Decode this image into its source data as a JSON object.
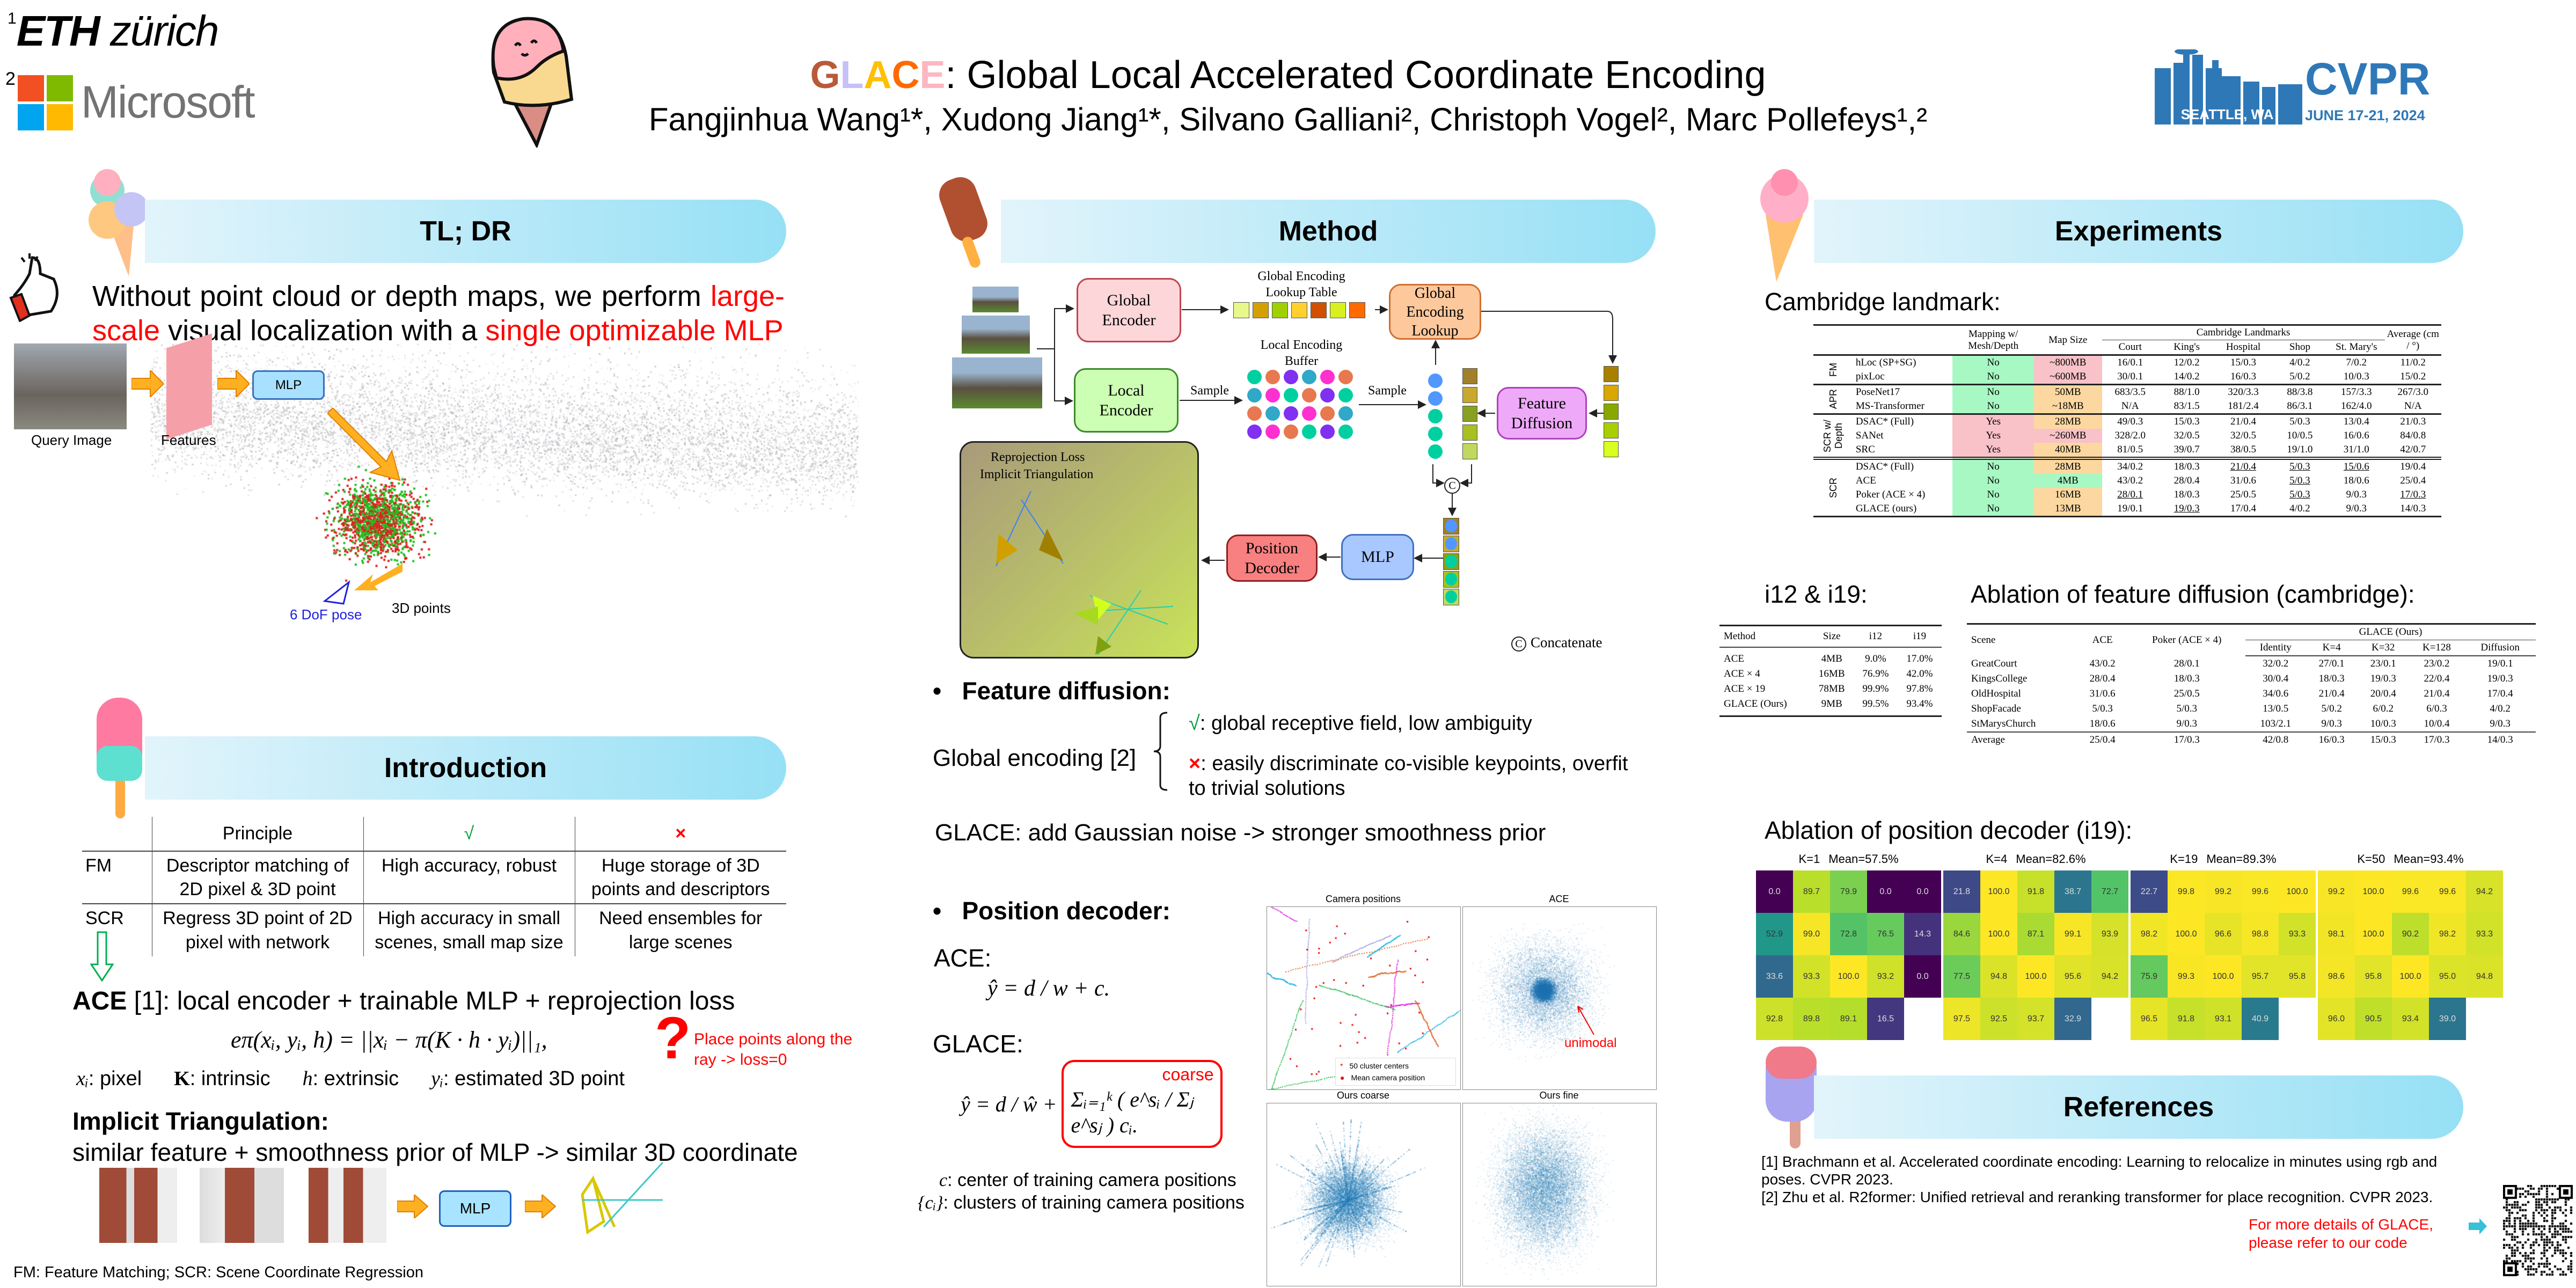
{
  "header": {
    "affil1_sup": "1",
    "affil1_logo": "ETH zürich",
    "affil2_sup": "2",
    "affil2_logo": "Microsoft",
    "title_letters": [
      "G",
      "L",
      "A",
      "C",
      "E"
    ],
    "title_letter_colors": [
      "#b85a3a",
      "#c5c0f5",
      "#ffc000",
      "#ff6a00",
      "#ffb6c1"
    ],
    "title_rest": ": Global Local Accelerated Coordinate Encoding",
    "authors": "Fangjinhua Wang¹*, Xudong Jiang¹*, Silvano Galliani², Christoph Vogel², Marc Pollefeys¹,²",
    "conf_logo": {
      "name": "CVPR",
      "location": "SEATTLE, WA",
      "dates": "JUNE 17-21, 2024",
      "color": "#2e78b8"
    }
  },
  "tldr": {
    "title": "TL; DR",
    "text_a": "Without point cloud or depth maps, we perform ",
    "text_red1": "large-scale",
    "text_b": " visual localization with a ",
    "text_red2": "single optimizable MLP",
    "figure": {
      "query_label": "Query Image",
      "features_label": "Features",
      "mlp_label": "MLP",
      "pose_label": "6 DoF pose",
      "points_label": "3D points"
    }
  },
  "introduction": {
    "title": "Introduction",
    "table": {
      "headers": [
        "",
        "Principle",
        "√",
        "×"
      ],
      "rows": [
        [
          "FM",
          "Descriptor matching of 2D pixel & 3D point",
          "High accuracy, robust",
          "Huge storage of 3D points and descriptors"
        ],
        [
          "SCR",
          "Regress 3D point of 2D pixel with network",
          "High accuracy in small scenes, small map size",
          "Need ensembles for large scenes"
        ]
      ]
    },
    "ace_bold": "ACE",
    "ace_text": " [1]: local encoder + trainable MLP + reprojection loss",
    "formula": "eπ(xᵢ, yᵢ, h) = ||xᵢ − π(K · h · yᵢ)||₁,",
    "legend": [
      {
        "sym": "xᵢ",
        "text": ": pixel"
      },
      {
        "sym": "K",
        "text": ": intrinsic"
      },
      {
        "sym": "h",
        "text": ": extrinsic"
      },
      {
        "sym": "yᵢ",
        "text": ": estimated 3D point"
      }
    ],
    "question": "?",
    "question_note": "Place points along the ray -> loss=0",
    "implicit_title": "Implicit Triangulation",
    "implicit_text": "similar feature + smoothness prior of MLP -> similar 3D coordinate",
    "mlp_label": "MLP",
    "footnote": "FM: Feature Matching; SCR: Scene Coordinate Regression"
  },
  "method": {
    "title": "Method",
    "diagram": {
      "global_encoder": "Global Encoder",
      "local_encoder": "Local Encoder",
      "lookup_table": "Global Encoding Lookup Table",
      "lookup": "Global Encoding Lookup",
      "buffer": "Local Encoding Buffer",
      "sample1": "Sample",
      "sample2": "Sample",
      "feature_diffusion": "Feature Diffusion",
      "mlp": "MLP",
      "position_decoder": "Position Decoder",
      "loss_line1": "Reprojection Loss",
      "loss_line2": "Implicit Triangulation",
      "concat_symbol": "C",
      "concat_legend": "Concatenate",
      "lookup_colors": [
        "#e8f88a",
        "#d4a000",
        "#a0d000",
        "#ffd030",
        "#d05000",
        "#d8f020",
        "#ff6a00"
      ],
      "buffer_colors": [
        "#00d0a0",
        "#e87850",
        "#8030f0",
        "#30a8c8",
        "#ff30d0",
        "#e87850",
        "#30a8c8",
        "#ff30d0",
        "#00d0a0",
        "#e87850",
        "#8030f0",
        "#00d0a0",
        "#e87850",
        "#30a8c8",
        "#8030f0",
        "#ff30d0",
        "#e87850",
        "#30a8c8",
        "#8030f0",
        "#ff30d0",
        "#e87850",
        "#00d0a0",
        "#8030f0",
        "#00d0a0"
      ]
    },
    "feature_diffusion": {
      "title": "Feature diffusion",
      "global_encoding": "Global encoding [2]",
      "pro_mark": "√",
      "pro": ": global receptive field, low ambiguity",
      "con_mark": "×",
      "con": ": easily discriminate co-visible keypoints, overfit to trivial solutions",
      "glace": "GLACE: add Gaussian noise -> stronger smoothness prior"
    },
    "position_decoder": {
      "title": "Position decoder",
      "ace_label": "ACE:",
      "ace_formula": "ŷ = d / w + c.",
      "glace_label": "GLACE:",
      "glace_formula_a": "ŷ = d / ŵ + ",
      "glace_formula_b": "Σᵢ₌₁ᵏ ( e^sᵢ / Σⱼ e^sⱼ ) cᵢ.",
      "coarse": "coarse",
      "c_sym": "c",
      "c_desc": ":  center of training camera positions",
      "ci_sym": "{cᵢ}",
      "ci_desc": ":  clusters of training camera positions",
      "plots": {
        "cam_title": "Camera positions",
        "ace_title": "ACE",
        "coarse_title": "Ours coarse",
        "fine_title": "Ours fine",
        "legend1": "50 cluster centers",
        "legend2": "Mean camera position",
        "unimodal": "unimodal"
      }
    }
  },
  "experiments": {
    "title": "Experiments",
    "cambridge_title": "Cambridge landmark:",
    "cambridge_table": {
      "head": {
        "mapping": "Mapping w/ Mesh/Depth",
        "size": "Map Size",
        "group": "Cambridge Landmarks",
        "scenes": [
          "Court",
          "King's",
          "Hospital",
          "Shop",
          "St. Mary's"
        ],
        "avg": "Average (cm / °)"
      },
      "groups": [
        {
          "label": "FM",
          "rows": [
            {
              "m": "hLoc (SP+SG)",
              "map": "No",
              "size": "~800MB",
              "sz": "red",
              "v": [
                "16/0.1",
                "12/0.2",
                "15/0.3",
                "4/0.2",
                "7/0.2",
                "11/0.2"
              ]
            },
            {
              "m": "pixLoc",
              "map": "No",
              "size": "~600MB",
              "sz": "red",
              "v": [
                "30/0.1",
                "14/0.2",
                "16/0.3",
                "5/0.2",
                "10/0.3",
                "15/0.2"
              ]
            }
          ]
        },
        {
          "label": "APR",
          "rows": [
            {
              "m": "PoseNet17",
              "map": "No",
              "size": "50MB",
              "sz": "orange",
              "v": [
                "683/3.5",
                "88/1.0",
                "320/3.3",
                "88/3.8",
                "157/3.3",
                "267/3.0"
              ]
            },
            {
              "m": "MS-Transformer",
              "map": "No",
              "size": "~18MB",
              "sz": "orange",
              "v": [
                "N/A",
                "83/1.5",
                "181/2.4",
                "86/3.1",
                "162/4.0",
                "N/A"
              ]
            }
          ]
        },
        {
          "label": "SCR w/ Depth",
          "rows": [
            {
              "m": "DSAC* (Full)",
              "map": "Yes",
              "size": "28MB",
              "sz": "orange",
              "v": [
                "49/0.3",
                "15/0.3",
                "21/0.4",
                "5/0.3",
                "13/0.4",
                "21/0.3"
              ]
            },
            {
              "m": "SANet",
              "map": "Yes",
              "size": "~260MB",
              "sz": "red",
              "v": [
                "328/2.0",
                "32/0.5",
                "32/0.5",
                "10/0.5",
                "16/0.6",
                "84/0.8"
              ]
            },
            {
              "m": "SRC",
              "map": "Yes",
              "size": "40MB",
              "sz": "orange",
              "v": [
                "81/0.5",
                "39/0.7",
                "38/0.5",
                "19/1.0",
                "31/1.0",
                "42/0.7"
              ]
            }
          ]
        },
        {
          "label": "SCR",
          "rows": [
            {
              "m": "DSAC* (Full)",
              "map": "No",
              "size": "28MB",
              "sz": "orange",
              "v": [
                "34/0.2",
                "18/0.3",
                "21/0.4",
                "5/0.3",
                "15/0.6",
                "19/0.4"
              ],
              "bold": [
                1
              ],
              "under": [
                2,
                3,
                4
              ]
            },
            {
              "m": "ACE",
              "map": "No",
              "size": "4MB",
              "sz": "green",
              "v": [
                "43/0.2",
                "28/0.4",
                "31/0.6",
                "5/0.3",
                "18/0.6",
                "25/0.4"
              ],
              "under": [
                3
              ]
            },
            {
              "m": "Poker (ACE × 4)",
              "map": "No",
              "size": "16MB",
              "sz": "orange",
              "v": [
                "28/0.1",
                "18/0.3",
                "25/0.5",
                "5/0.3",
                "9/0.3",
                "17/0.3"
              ],
              "bold": [
                1,
                4
              ],
              "under": [
                0,
                3,
                5
              ]
            },
            {
              "m": "GLACE (ours)",
              "map": "No",
              "size": "13MB",
              "sz": "orange",
              "v": [
                "19/0.1",
                "19/0.3",
                "17/0.4",
                "4/0.2",
                "9/0.3",
                "14/0.3"
              ],
              "bold": [
                0,
                2,
                3,
                4,
                5
              ],
              "under": [
                1
              ],
              "name_bold": true
            }
          ]
        }
      ],
      "colors": {
        "green": "#a8f8c4",
        "red": "#f8c2c8",
        "orange": "#fcd8a0"
      }
    },
    "i12_title": "i12 & i19:",
    "i12_table": {
      "headers": [
        "Method",
        "Size",
        "i12",
        "i19"
      ],
      "rows": [
        [
          "ACE",
          "4MB",
          "9.0%",
          "17.0%"
        ],
        [
          "ACE × 4",
          "16MB",
          "76.9%",
          "42.0%"
        ],
        [
          "ACE × 19",
          "78MB",
          "99.9%",
          "97.8%"
        ],
        [
          "GLACE (Ours)",
          "9MB",
          "99.5%",
          "93.4%"
        ]
      ]
    },
    "diffusion_title": "Ablation of feature diffusion (cambridge):",
    "diffusion_table": {
      "headers": [
        "Scene",
        "ACE",
        "Poker (ACE × 4)",
        "GLACE (Ours)"
      ],
      "sub_headers": [
        "Identity",
        "K=4",
        "K=32",
        "K=128",
        "Diffusion"
      ],
      "rows": [
        [
          "GreatCourt",
          "43/0.2",
          "28/0.1",
          "32/0.2",
          "27/0.1",
          "23/0.1",
          "23/0.2",
          "19/0.1"
        ],
        [
          "KingsCollege",
          "28/0.4",
          "18/0.3",
          "30/0.4",
          "18/0.3",
          "19/0.3",
          "22/0.4",
          "19/0.3"
        ],
        [
          "OldHospital",
          "31/0.6",
          "25/0.5",
          "34/0.6",
          "21/0.4",
          "20/0.4",
          "21/0.4",
          "17/0.4"
        ],
        [
          "ShopFacade",
          "5/0.3",
          "5/0.3",
          "13/0.5",
          "5/0.2",
          "6/0.2",
          "6/0.3",
          "4/0.2"
        ],
        [
          "StMarysChurch",
          "18/0.6",
          "9/0.3",
          "103/2.1",
          "9/0.3",
          "10/0.3",
          "10/0.4",
          "9/0.3"
        ]
      ],
      "average": [
        "Average",
        "25/0.4",
        "17/0.3",
        "42/0.8",
        "16/0.3",
        "15/0.3",
        "17/0.3",
        "14/0.3"
      ]
    },
    "decoder_title": "Ablation of position decoder (i19):",
    "chart_data": {
      "type": "heatmap",
      "title": "Ablation of position decoder (i19)",
      "panels": [
        {
          "k": "K=1",
          "mean": "Mean=57.5%",
          "rows": [
            [
              0.0,
              89.7,
              79.9,
              0.0,
              0.0
            ],
            [
              52.9,
              99.0,
              72.8,
              76.5,
              14.3
            ],
            [
              33.6,
              93.3,
              100.0,
              93.2,
              0.0
            ],
            [
              92.8,
              89.8,
              89.1,
              16.5
            ]
          ]
        },
        {
          "k": "K=4",
          "mean": "Mean=82.6%",
          "rows": [
            [
              21.8,
              100.0,
              91.8,
              38.7,
              72.7
            ],
            [
              84.6,
              100.0,
              87.1,
              99.1,
              93.9
            ],
            [
              77.5,
              94.8,
              100.0,
              95.6,
              94.2
            ],
            [
              97.5,
              92.5,
              93.7,
              32.9
            ]
          ]
        },
        {
          "k": "K=19",
          "mean": "Mean=89.3%",
          "rows": [
            [
              22.7,
              99.8,
              99.2,
              99.6,
              100.0
            ],
            [
              98.2,
              100.0,
              96.6,
              98.8,
              93.3
            ],
            [
              75.9,
              99.3,
              100.0,
              95.7,
              95.8
            ],
            [
              96.5,
              91.8,
              93.1,
              40.9
            ]
          ]
        },
        {
          "k": "K=50",
          "mean": "Mean=93.4%",
          "rows": [
            [
              99.2,
              100.0,
              99.6,
              99.6,
              94.2
            ],
            [
              98.1,
              100.0,
              90.2,
              98.2,
              93.3
            ],
            [
              98.6,
              95.8,
              100.0,
              95.0,
              94.8
            ],
            [
              96.0,
              90.5,
              93.4,
              39.0
            ]
          ]
        }
      ],
      "value_range": [
        0,
        100
      ],
      "colormap": "viridis"
    }
  },
  "references": {
    "title": "References",
    "items": [
      "[1] Brachmann et al. Accelerated coordinate encoding: Learning to relocalize in minutes using rgb and poses. CVPR 2023.",
      "[2] Zhu et al. R2former: Unified retrieval and reranking transformer for place recognition. CVPR 2023."
    ],
    "code_note_1": "For more details of GLACE,",
    "code_note_2": "please refer to our code"
  }
}
